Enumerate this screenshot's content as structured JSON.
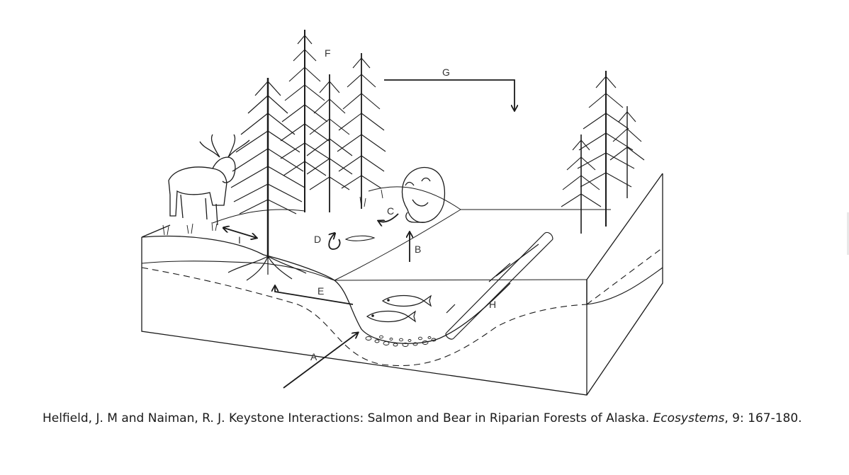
{
  "labels": {
    "a": "A",
    "b": "B",
    "c": "C",
    "d": "D",
    "e": "E",
    "f": "F",
    "g": "G",
    "h": "H",
    "i": "I"
  },
  "caption": {
    "text_before": "Helfield, J. M and Naiman, R. J. Keystone Interactions: Salmon and Bear in Riparian Forests of Alaska.",
    "journal": "Ecosystems",
    "text_after": ", 9: 167-180."
  },
  "colors": {
    "line": "#1a1a1a",
    "background": "#ffffff",
    "label": "#333333"
  }
}
